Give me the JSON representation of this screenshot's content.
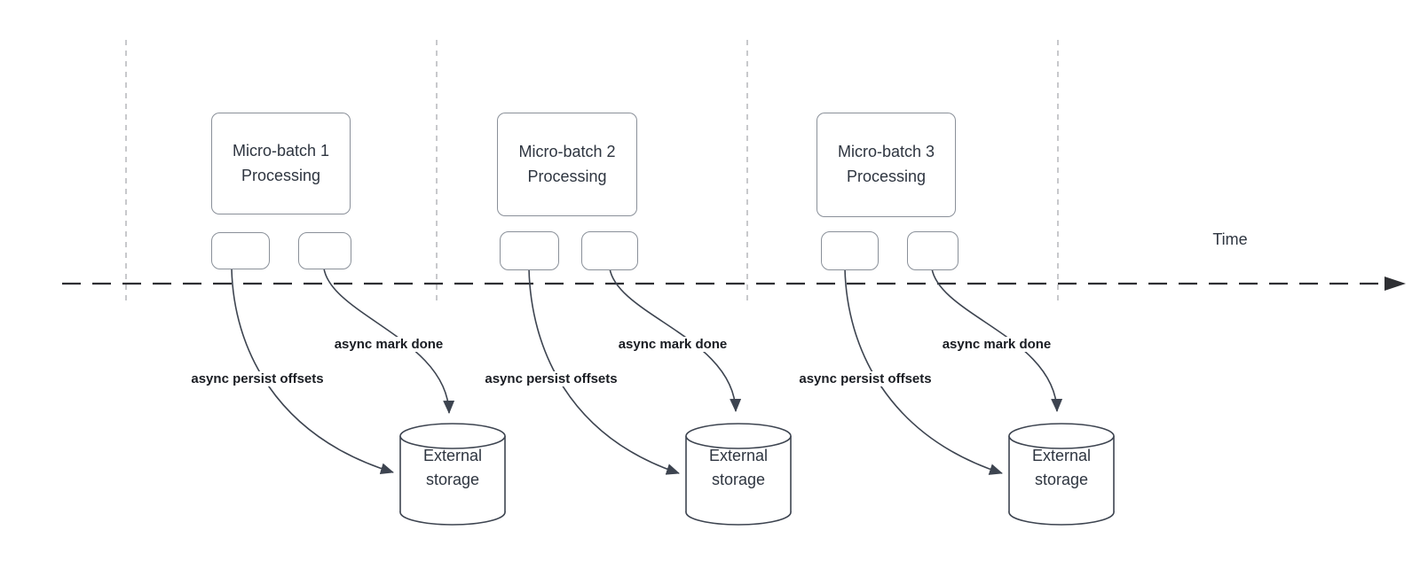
{
  "diagram": {
    "time_label": "Time",
    "groups": [
      {
        "box_label": "Micro-batch 1\nProcessing",
        "persist_label": "async persist offsets",
        "mark_done_label": "async mark done",
        "storage_label": "External\nstorage"
      },
      {
        "box_label": "Micro-batch 2\nProcessing",
        "persist_label": "async persist offsets",
        "mark_done_label": "async mark done",
        "storage_label": "External\nstorage"
      },
      {
        "box_label": "Micro-batch 3\nProcessing",
        "persist_label": "async persist offsets",
        "mark_done_label": "async mark done",
        "storage_label": "External\nstorage"
      }
    ],
    "colors": {
      "line": "#3d4450",
      "axis": "#2e2f33",
      "grid": "#b5b7bb",
      "box-border": "#8a9099",
      "box-text": "#2e3540",
      "label-text": "#191c22"
    }
  }
}
